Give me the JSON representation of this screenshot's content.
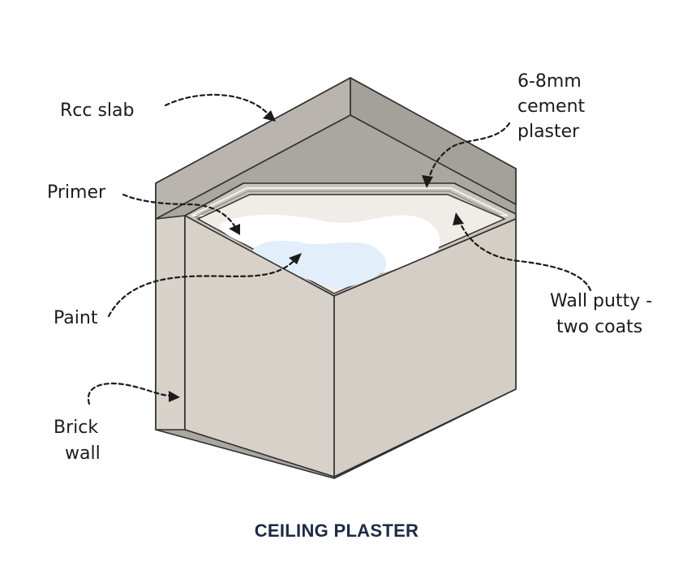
{
  "caption": "CEILING PLASTER",
  "labels": {
    "rcc_slab": "Rcc slab",
    "cement_plaster": [
      "6-8mm",
      "cement",
      "plaster"
    ],
    "primer": "Primer",
    "paint": "Paint",
    "wall_putty": [
      "Wall putty -",
      "two coats"
    ],
    "brick_wall": [
      "Brick",
      "wall"
    ]
  },
  "colors": {
    "slab": "#a9a59f",
    "slab_top": "#b7b2ac",
    "wall": "#d8d2ca",
    "wall_edge": "#cdc6bd",
    "plaster": "#cfc9c1",
    "putty": "#f1eee9",
    "primer": "#ffffff",
    "paint": "#e3f0fb",
    "caption": "#1e2a44"
  }
}
